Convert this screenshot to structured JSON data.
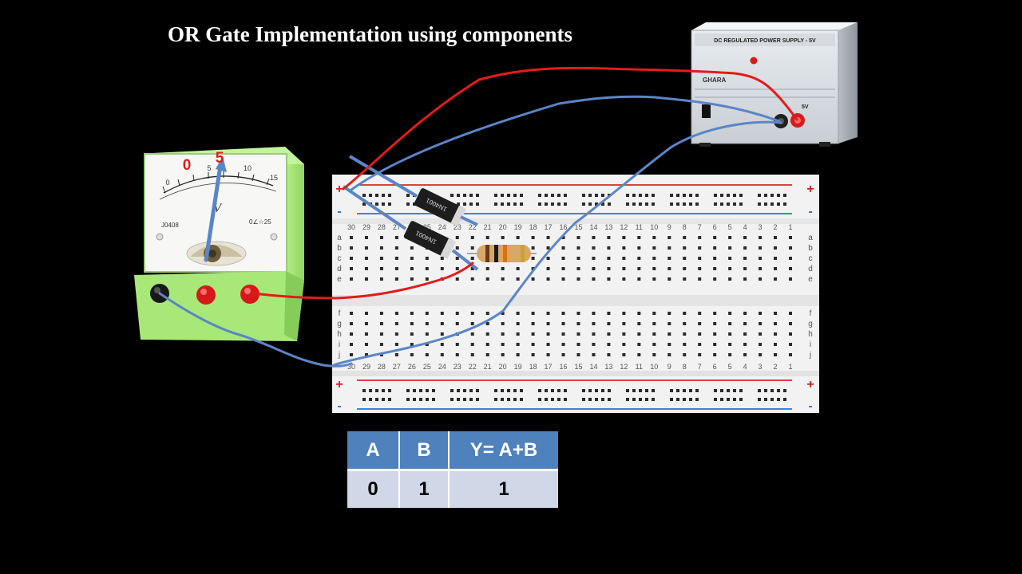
{
  "title": "OR Gate Implementation using components",
  "voltmeter": {
    "zero_marker": "0",
    "reading_marker": "5",
    "dial_ticks": [
      "0",
      "5",
      "10",
      "15"
    ],
    "model": "J0408",
    "range_mark": "0∠☆25",
    "unit": "V"
  },
  "power_supply": {
    "label": "DC REGULATED POWER SUPPLY - 5V",
    "brand": "GHARA",
    "output_label": "5V"
  },
  "breadboard": {
    "column_numbers": [
      "30",
      "29",
      "28",
      "27",
      "26",
      "25",
      "24",
      "23",
      "22",
      "21",
      "20",
      "19",
      "18",
      "17",
      "16",
      "15",
      "14",
      "13",
      "12",
      "11",
      "10",
      "9",
      "8",
      "7",
      "6",
      "5",
      "4",
      "3",
      "2",
      "1"
    ],
    "top_row_letters": [
      "a",
      "b",
      "c",
      "d",
      "e"
    ],
    "bottom_row_letters": [
      "f",
      "g",
      "h",
      "i",
      "j"
    ],
    "rail_plus": "+",
    "rail_minus": "-"
  },
  "diodes": [
    {
      "label": "1N4001"
    },
    {
      "label": "1N4001"
    }
  ],
  "truth_table": {
    "headers": [
      "A",
      "B",
      "Y= A+B"
    ],
    "row": [
      "0",
      "1",
      "1"
    ]
  },
  "colors": {
    "background": "#000000",
    "red_wire": "#e41b1b",
    "blue_wire": "#5b85c6",
    "voltmeter_body": "#a8e878",
    "table_header": "#4f81bd",
    "table_row": "#d0d8e8",
    "breadboard": "#f2f2f2",
    "rail_red": "#e04040",
    "rail_blue": "#3a86d8"
  }
}
